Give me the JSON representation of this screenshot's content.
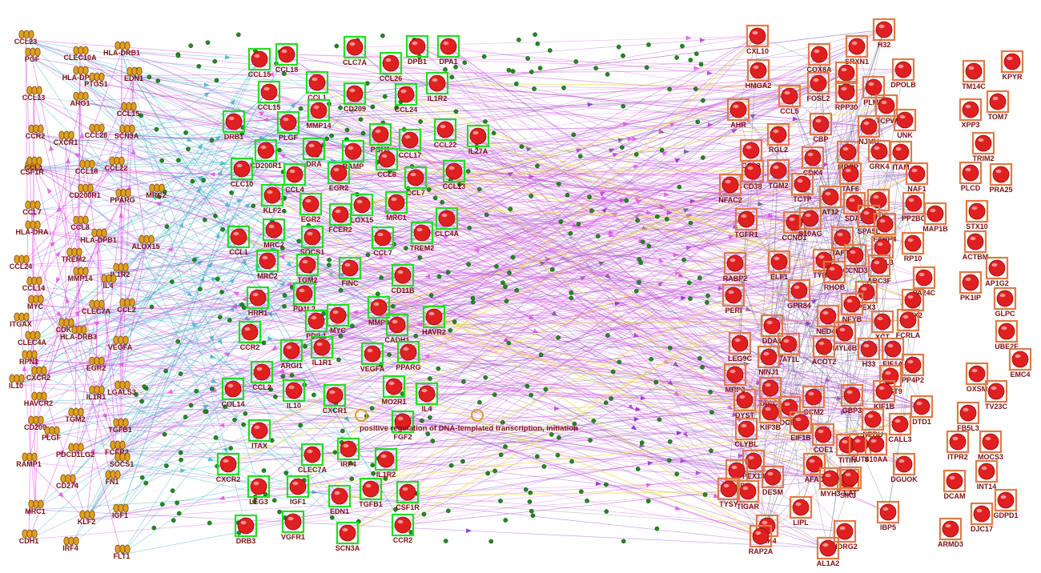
{
  "colors": {
    "edge_purple": "#b23cd6",
    "edge_magenta": "#e055e8",
    "edge_violet": "#8a22c8",
    "edge_cyan": "#3fb8c8",
    "edge_gray": "#5a5a7a",
    "edge_yellow": "#f0e040",
    "node_red": "#e02020",
    "frame_green": "#22dd22",
    "frame_orange": "#e07a48",
    "pill_orange": "#e0a020",
    "dot_green": "#1f8a1f",
    "label": "#7a1010"
  },
  "annotation": "positive regulation of DNA-templated transcription, initiation",
  "pill_nodes": [
    "CCL23",
    "CLEC10A",
    "HLA-DRB1",
    "PGF",
    "HLA-DPA1",
    "PTGS1",
    "EDN1",
    "CCL13",
    "ARG1",
    "CCL15",
    "CCR2",
    "CXCR1",
    "CCL26",
    "SCN3A",
    "CSF1R",
    "CCL1",
    "CCL18",
    "CCL22",
    "CD200R1",
    "PPARG",
    "MRC2",
    "CCL7",
    "HLA-DRA",
    "CCL8",
    "HLA-DPB1",
    "ALOX15",
    "CCL24",
    "TREM2",
    "MMP14",
    "IL1R2",
    "CCL14",
    "MYC",
    "IL4",
    "ITGAX",
    "CDK1",
    "CLEC7A",
    "CCL2",
    "CLEC4A",
    "HLA-DRB3",
    "RPN1",
    "VEGFA",
    "EGR2",
    "CXCR2",
    "IL10",
    "LGALS3",
    "HAVCR2",
    "IL1R1",
    "CD209",
    "TGM2",
    "PLGF",
    "TGFB1",
    "FCER2",
    "RAMP1",
    "PDCD1LG2",
    "SOCS1",
    "CD274",
    "FN1",
    "MRC1",
    "KLF2",
    "IGF1",
    "CDH1",
    "IRF4",
    "FLT1"
  ],
  "green_nodes": [
    "CLC7A",
    "DPB1",
    "DPA1",
    "CCL15",
    "CCL18",
    "CCL26",
    "IL1R2",
    "CCL15",
    "CCL1",
    "CD209",
    "CCL24",
    "MMP14",
    "DRB1",
    "PLGF",
    "PGH1",
    "CCL17",
    "CCL22",
    "IL27A",
    "CD200R1",
    "DRA",
    "RAMP",
    "CCL8",
    "CLC10",
    "CCL4",
    "EGR2",
    "CCL7",
    "CCL13",
    "KLF2",
    "EGR2",
    "LOX15",
    "MRC1",
    "FCER2",
    "CLC4A",
    "CCL1",
    "MRC2",
    "SOCS1",
    "TREM2",
    "CCL7",
    "MRC2",
    "TGM2",
    "FINC",
    "CD11B",
    "HRH1",
    "PD1L2",
    "MYC",
    "MMP9",
    "PDIL1",
    "HAVR2",
    "CADH1",
    "CCR2",
    "PPARG",
    "ARGI1",
    "IL1R1",
    "VEGFA",
    "CCL2",
    "IL10",
    "MO2R1",
    "IL4",
    "COL14",
    "CXCR1",
    "FGF2",
    "ITAX",
    "CLEC7A",
    "IRF4",
    "IL1R2",
    "CXCR2",
    "IGF1",
    "LEG3",
    "EDN1",
    "TGFB1",
    "CSF1R",
    "DRB3",
    "VGFR1",
    "SCN3A",
    "CCR2",
    "CCL23"
  ],
  "orange_nodes": [
    "H32",
    "CXL10",
    "COX8A",
    "SRXN1",
    "FLT3",
    "HMGA2",
    "DPOLB",
    "PLMN",
    "FOSL2",
    "RPP30",
    "TCPW",
    "CCL5",
    "AHR",
    "UNK",
    "CBP",
    "NJMU",
    "RGL2",
    "GRK4",
    "MRPP",
    "ITAM",
    "CCL3",
    "CDK4",
    "TGM2",
    "CD38",
    "TAF6",
    "NAF1",
    "NFAC2",
    "TCTP",
    "AT12",
    "ACOC",
    "PP2BC",
    "CCND1",
    "MAP1B",
    "TGFR1",
    "S10AG",
    "SDA1",
    "SPA5L",
    "FABP4",
    "TAPT1",
    "SE6L3",
    "RP10",
    "RABP2",
    "ELF1",
    "TYB10",
    "CCND3",
    "ABC3F",
    "RHOB",
    "PA24C",
    "GPR84",
    "PEX3",
    "MTX2",
    "PERI",
    "NFYB",
    "NED4L",
    "XCT",
    "FCRLA",
    "DDA1",
    "LEG9C",
    "MYL6B",
    "EIF1A",
    "VAT1L",
    "MRP3",
    "NINJ1",
    "ACOT2",
    "H33",
    "PP4P2",
    "CHST9",
    "TACC1",
    "OCRL",
    "CCM2",
    "GBP3",
    "KIF1B",
    "DTD1",
    "KIF3B",
    "NEBU",
    "CALL3",
    "DYST",
    "EIF1B",
    "CLYBL",
    "COE1",
    "TITIN",
    "FUT4",
    "DGUOK",
    "S10AA",
    "SIK3",
    "AFAD",
    "PEX13",
    "MYH3",
    "DESM",
    "LAT",
    "OCAD2",
    "TIGAR",
    "TYSY",
    "IBP5",
    "LIPL",
    "PAK4",
    "RAP2A",
    "NDRG2",
    "AL1A2",
    "MBD2",
    "MEF2C"
  ],
  "right_nodes": [
    "TM14C",
    "KPYR",
    "XPP3",
    "TOM7",
    "TRIM2",
    "PLCD",
    "PRA25",
    "STX10",
    "ACTBM",
    "AP1G2",
    "PK1IP",
    "GLPC",
    "UBE2F",
    "EMC4",
    "OXSM",
    "TV23C",
    "FB5L3",
    "ITPR2",
    "MOCS3",
    "INT14",
    "DCAM",
    "GDPD1",
    "DJC17",
    "ARMD3"
  ]
}
